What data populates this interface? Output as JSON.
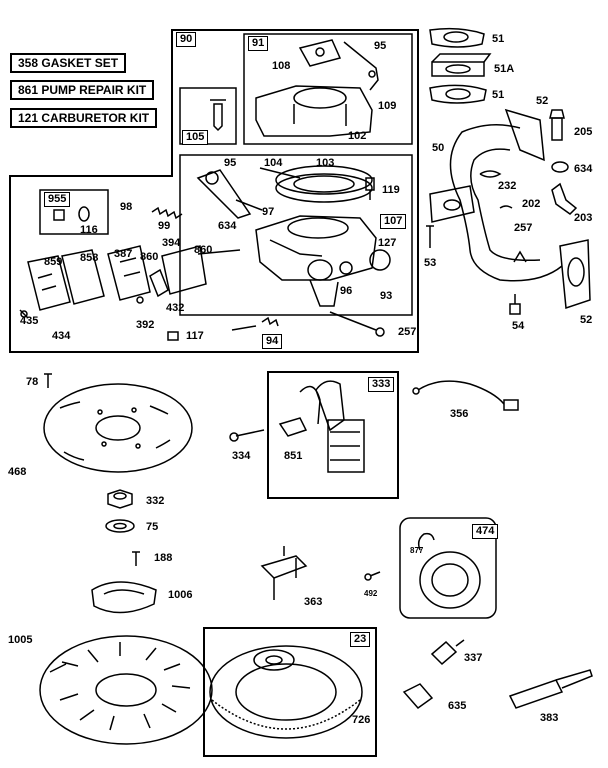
{
  "kits": [
    {
      "label": "358  GASKET SET"
    },
    {
      "label": "861 PUMP REPAIR KIT"
    },
    {
      "label": "121  CARBURETOR KIT"
    }
  ],
  "groups": {
    "g90": "90",
    "g91": "91",
    "g105": "105",
    "g955": "955",
    "g107": "107",
    "g94": "94",
    "g333": "333",
    "g474": "474",
    "g23": "23"
  },
  "labels": {
    "p51a": "51",
    "p51A": "51A",
    "p51b": "51",
    "p52a": "52",
    "p205": "205",
    "p50": "50",
    "p634a": "634",
    "p232": "232",
    "p202": "202",
    "p203": "203",
    "p257a": "257",
    "p53": "53",
    "p54": "54",
    "p52b": "52",
    "p95a": "95",
    "p108": "108",
    "p109": "109",
    "p102": "102",
    "p95b": "95",
    "p104": "104",
    "p103": "103",
    "p119": "119",
    "p98": "98",
    "p97": "97",
    "p99": "99",
    "p634b": "634",
    "p116": "116",
    "p127": "127",
    "p96": "96",
    "p93": "93",
    "p257b": "257",
    "p859": "859",
    "p858": "858",
    "p387": "387",
    "p860a": "860",
    "p394": "394",
    "p860b": "860",
    "p435": "435",
    "p434": "434",
    "p392": "392",
    "p432": "432",
    "p117": "117",
    "p78": "78",
    "p356": "356",
    "p334": "334",
    "p851": "851",
    "p468": "468",
    "p332": "332",
    "p75": "75",
    "p188": "188",
    "p1006": "1006",
    "p363": "363",
    "p492": "492",
    "p877": "877",
    "p1005": "1005",
    "p337": "337",
    "p635": "635",
    "p383": "383",
    "p726": "726"
  }
}
